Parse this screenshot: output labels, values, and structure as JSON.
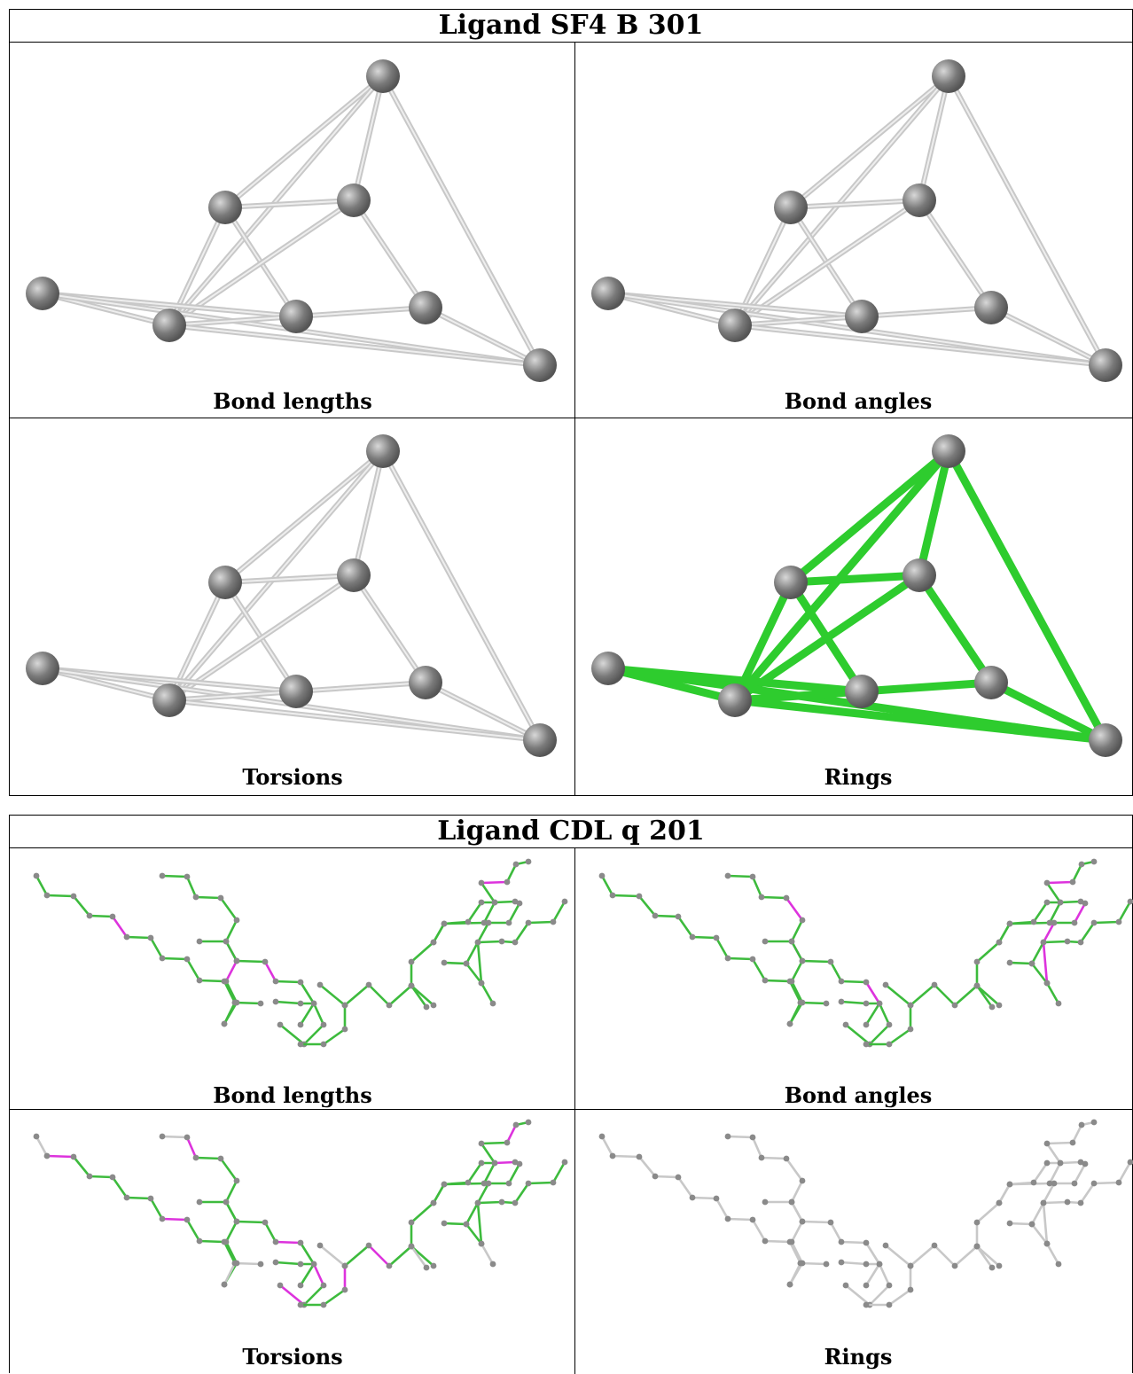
{
  "ligands": [
    {
      "title": "Ligand SF4 B 301",
      "captions": [
        "Bond lengths",
        "Bond angles",
        "Torsions",
        "Rings"
      ]
    },
    {
      "title": "Ligand CDL q 201",
      "captions": [
        "Bond lengths",
        "Bond angles",
        "Torsions",
        "Rings"
      ]
    }
  ],
  "colors": {
    "atom": "#7a7a7a",
    "bond_default": "#c8c8c8",
    "bond_ok": "#3dbb3d",
    "bond_outlier": "#dd33dd",
    "ring_bond": "#2ecc2e"
  }
}
